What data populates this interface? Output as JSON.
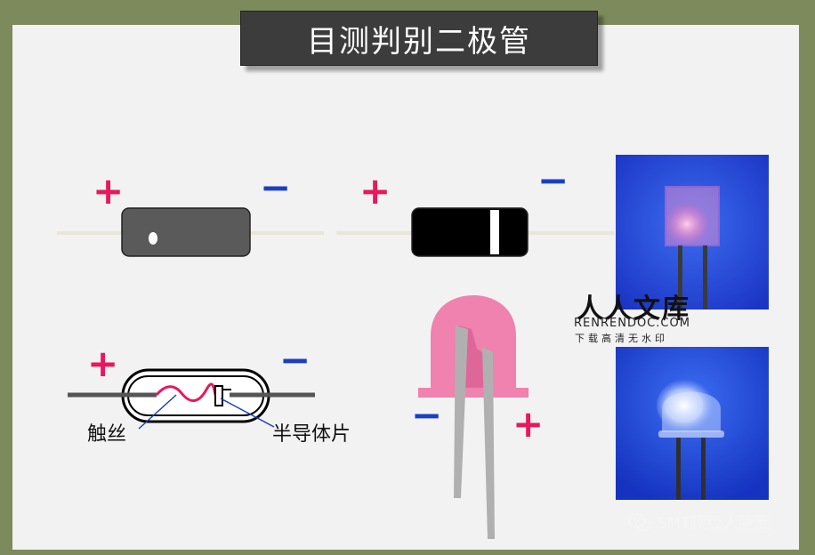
{
  "title": "目测判别二极管",
  "signs": {
    "plus": "+",
    "minus": "−"
  },
  "labels": {
    "whisker": "触丝",
    "semiconductor": "半导体片"
  },
  "watermark": {
    "main": "人人文库",
    "site": "RENRENDOC.COM",
    "note": "下载高清无水印"
  },
  "wechat_account": "SMT顶级人脉圈",
  "colors": {
    "background": "#7d8a5c",
    "slide": "#f2f2f2",
    "title_bg": "#3c3c3c",
    "plus": "#e8185d",
    "minus": "#1a3fc0",
    "led_pink": "#ee7aa9",
    "photo_blue": "#1f3fd0"
  },
  "icons": [
    "wechat-icon"
  ]
}
